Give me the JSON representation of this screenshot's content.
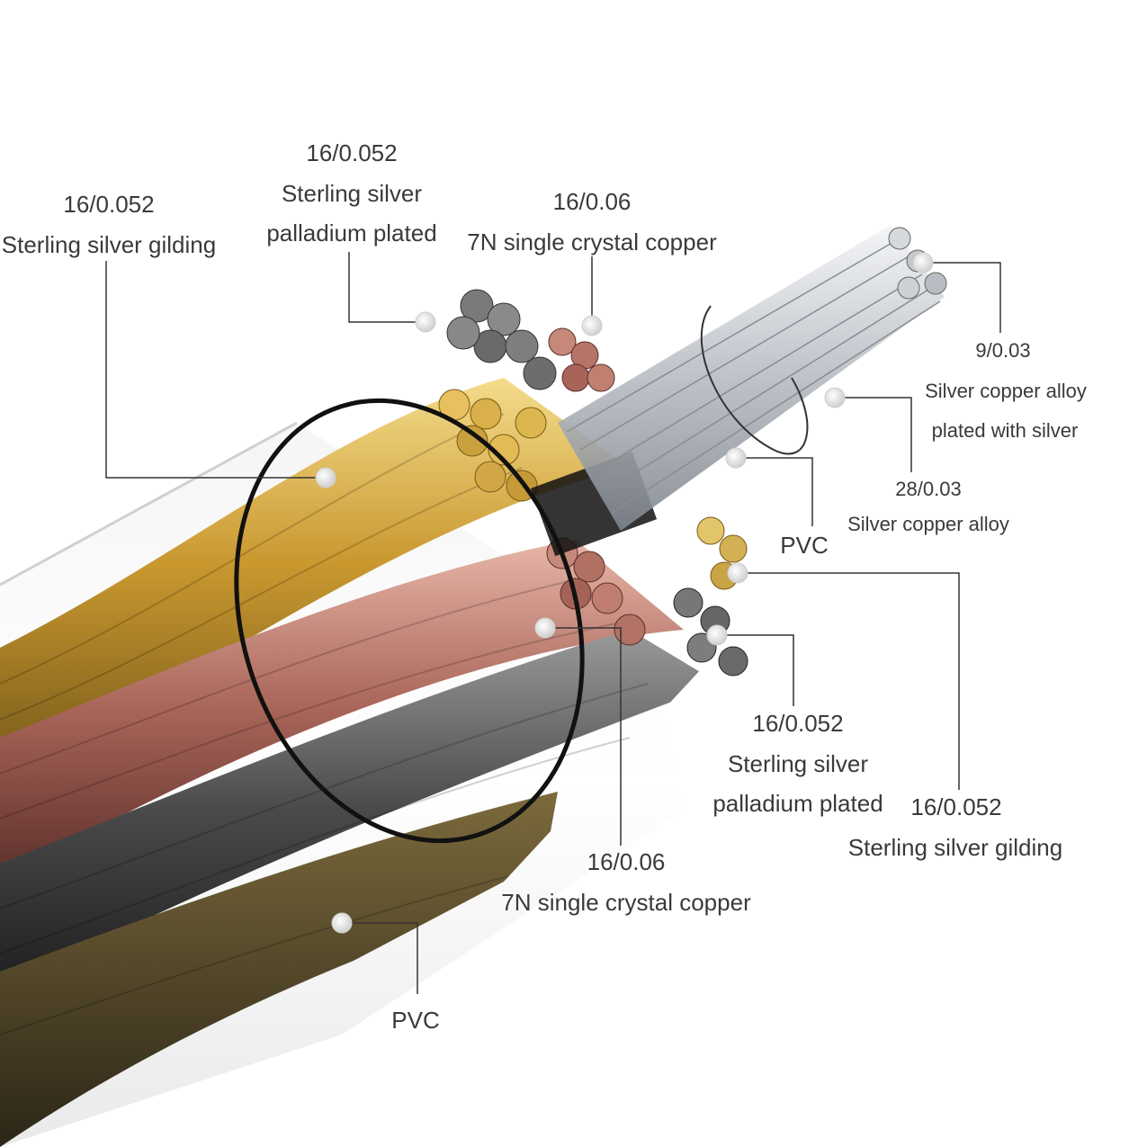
{
  "colors": {
    "background": "#ffffff",
    "text": "#3a3a3a",
    "leader_line": "#333333",
    "callout_dot": "#f2f2f2",
    "gold": "#d4a845",
    "copper": "#b8766a",
    "palladium": "#7a7a7a",
    "silver_alloy": "#c9ccd1",
    "pvc_ring": "#111111"
  },
  "callouts": [
    {
      "id": "tl_gild",
      "spec": "16/0.052",
      "name": [
        "Sterling silver gilding"
      ],
      "icon": "callout-dot"
    },
    {
      "id": "tl_pall",
      "spec": "16/0.052",
      "name": [
        "Sterling silver",
        "palladium plated"
      ],
      "icon": "callout-dot"
    },
    {
      "id": "tl_cu",
      "spec": "16/0.06",
      "name": [
        "7N single crystal copper"
      ],
      "icon": "callout-dot"
    },
    {
      "id": "r_9",
      "spec": "9/0.03",
      "name": [
        "Silver copper alloy",
        "plated with silver"
      ],
      "icon": "callout-dot"
    },
    {
      "id": "r_28",
      "spec": "28/0.03",
      "name": [
        "Silver copper alloy"
      ],
      "icon": "callout-dot"
    },
    {
      "id": "pvc_in",
      "spec": "",
      "name": [
        "PVC"
      ],
      "icon": "callout-dot"
    },
    {
      "id": "br_pall",
      "spec": "16/0.052",
      "name": [
        "Sterling silver",
        "palladium plated"
      ],
      "icon": "callout-dot"
    },
    {
      "id": "br_gild",
      "spec": "16/0.052",
      "name": [
        "Sterling silver gilding"
      ],
      "icon": "callout-dot"
    },
    {
      "id": "b_cu",
      "spec": "16/0.06",
      "name": [
        "7N single crystal copper"
      ],
      "icon": "callout-dot"
    },
    {
      "id": "pvc_out",
      "spec": "",
      "name": [
        "PVC"
      ],
      "icon": "callout-dot"
    }
  ]
}
